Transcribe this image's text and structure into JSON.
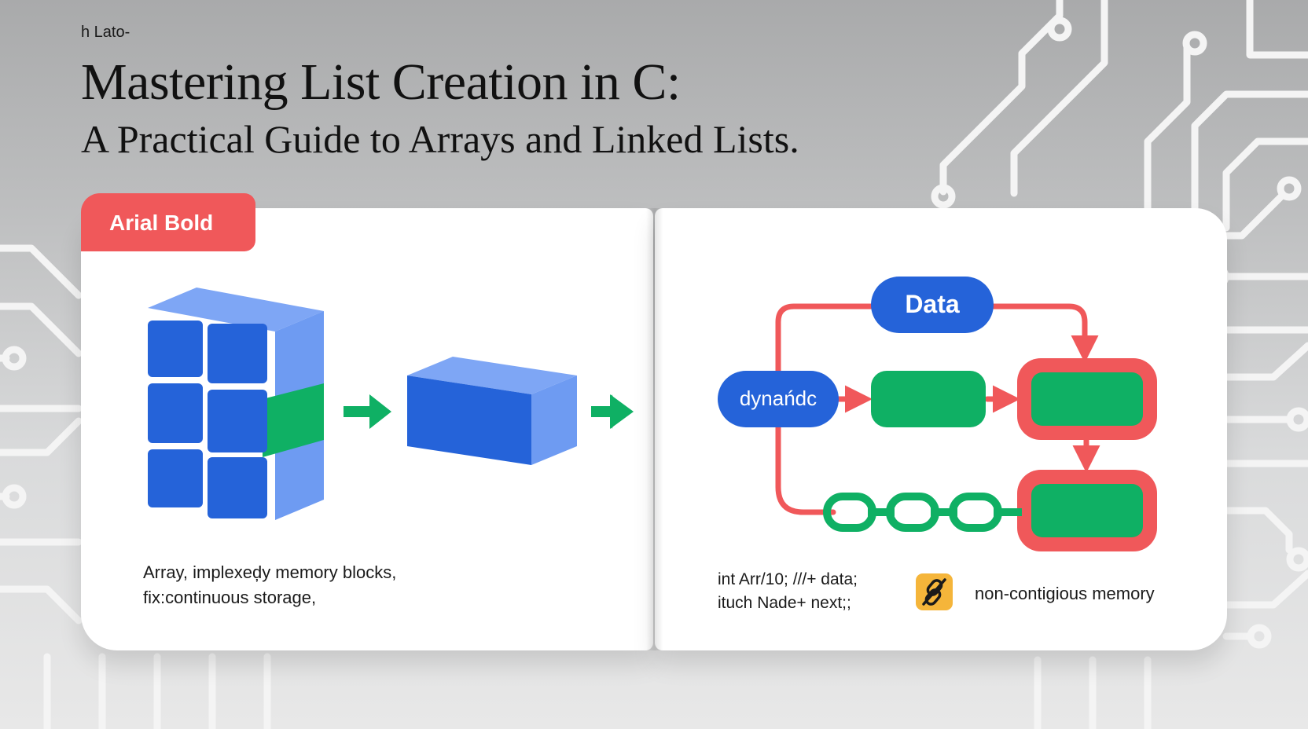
{
  "header": {
    "eyebrow": "h Lato-",
    "title": "Mastering List Creation in C:",
    "subtitle": "A Practical Guide to Arrays and Linked Lists."
  },
  "left_page": {
    "tab_label": "Arial Bold",
    "caption_line1": "Array, implexeḑy memory blocks,",
    "caption_line2": "fix:continuous storage,"
  },
  "right_page": {
    "data_node": "Data",
    "dynamic_node": "dynańdc",
    "code_line1": "int Arr/10;  ///+ data;",
    "code_line2": "ituch Nade+ next;;",
    "icon": "link-icon",
    "memory_caption": "non-contigious memory"
  },
  "colors": {
    "blue": "#2563d9",
    "blue_light": "#6e9bf2",
    "green": "#0fb064",
    "red": "#f0585a",
    "orange": "#f5b53a",
    "circuit": "#f2f2f2"
  }
}
